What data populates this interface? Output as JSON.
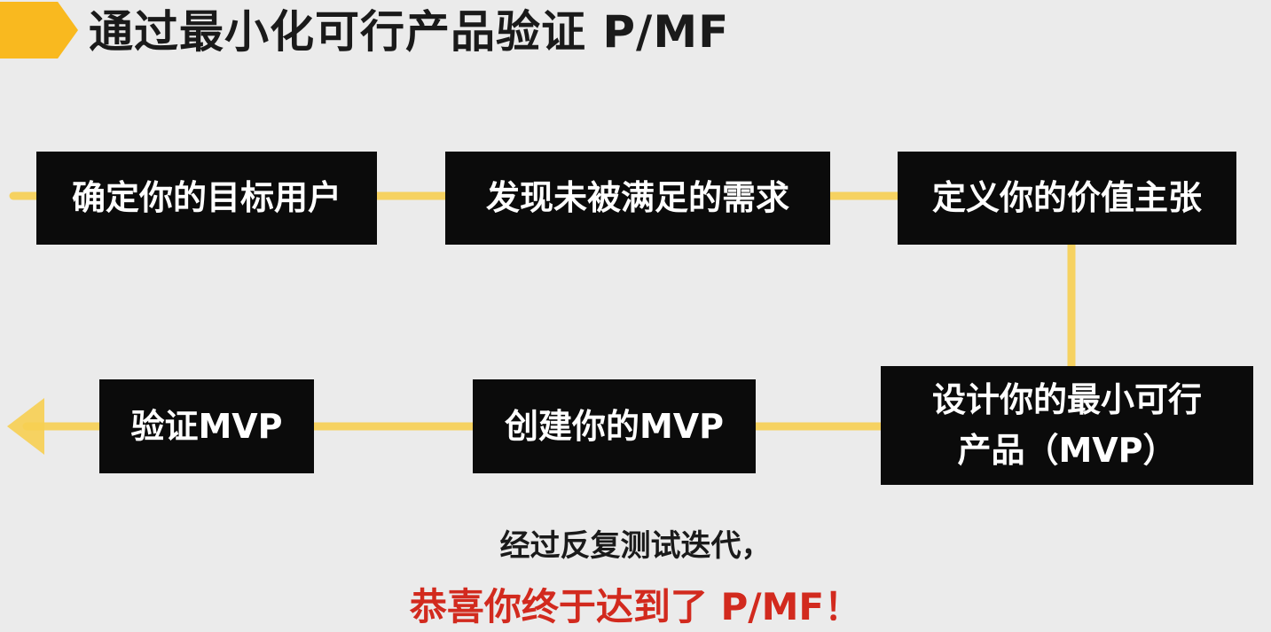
{
  "title": "通过最小化可行产品验证 P/MF",
  "colors": {
    "accent": "#f9b91f",
    "box": "#0b0b0b",
    "box_text": "#ffffff",
    "highlight_text": "#d22a1e",
    "background": "#ebebeb"
  },
  "steps": [
    {
      "id": "target-user",
      "label": "确定你的目标用户"
    },
    {
      "id": "unmet-need",
      "label": "发现未被满足的需求"
    },
    {
      "id": "value-prop",
      "label": "定义你的价值主张"
    },
    {
      "id": "design-mvp",
      "label": "设计你的最小可行产品（MVP）"
    },
    {
      "id": "build-mvp",
      "label": "创建你的MVP"
    },
    {
      "id": "validate-mvp",
      "label": "验证MVP"
    }
  ],
  "caption": {
    "line1": "经过反复测试迭代，",
    "line2": "恭喜你终于达到了 P/MF！"
  }
}
